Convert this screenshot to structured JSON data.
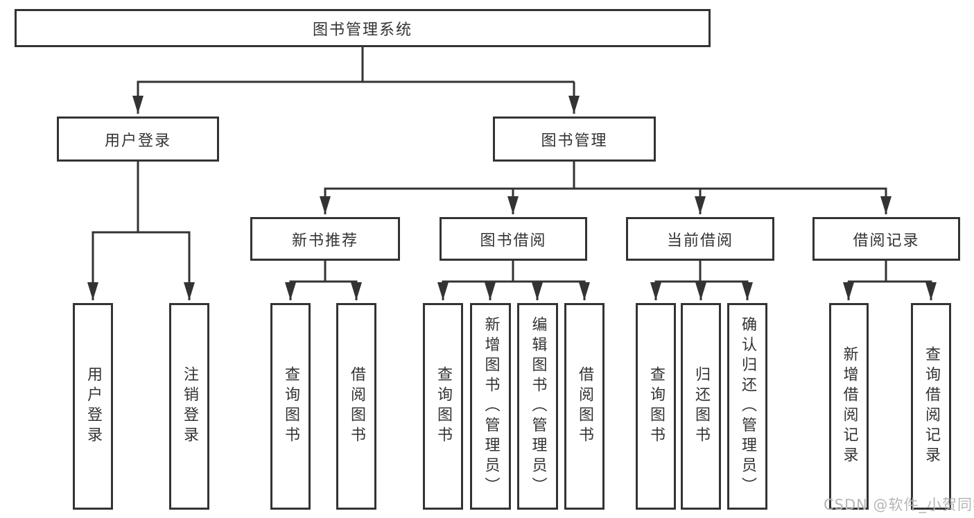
{
  "diagram": {
    "root": {
      "label": "图书管理系统"
    },
    "level2": [
      {
        "id": "user-login",
        "label": "用户登录"
      },
      {
        "id": "book-management",
        "label": "图书管理"
      }
    ],
    "level3": [
      {
        "id": "new-book-recommend",
        "label": "新书推荐",
        "parent": "图书管理"
      },
      {
        "id": "book-borrow",
        "label": "图书借阅",
        "parent": "图书管理"
      },
      {
        "id": "current-borrow",
        "label": "当前借阅",
        "parent": "图书管理"
      },
      {
        "id": "borrow-records",
        "label": "借阅记录",
        "parent": "图书管理"
      }
    ],
    "leaves": [
      {
        "label": "用户登录",
        "parent": "用户登录"
      },
      {
        "label": "注销登录",
        "parent": "用户登录"
      },
      {
        "label": "查询图书",
        "parent": "新书推荐"
      },
      {
        "label": "借阅图书",
        "parent": "新书推荐"
      },
      {
        "label": "查询图书",
        "parent": "图书借阅"
      },
      {
        "label": "新增图书（管理员）",
        "parent": "图书借阅"
      },
      {
        "label": "编辑图书（管理员）",
        "parent": "图书借阅"
      },
      {
        "label": "借阅图书",
        "parent": "图书借阅"
      },
      {
        "label": "查询图书",
        "parent": "当前借阅"
      },
      {
        "label": "归还图书",
        "parent": "当前借阅"
      },
      {
        "label": "确认归还（管理员）",
        "parent": "当前借阅"
      },
      {
        "label": "新增借阅记录",
        "parent": "借阅记录"
      },
      {
        "label": "查询借阅记录",
        "parent": "借阅记录"
      }
    ]
  },
  "watermark": {
    "text": "CSDN @软件_小贺同学"
  },
  "colors": {
    "line": "#333333",
    "box_border": "#333333",
    "text": "#333333",
    "watermark_text": "#b5b5b5",
    "background": "#ffffff"
  }
}
